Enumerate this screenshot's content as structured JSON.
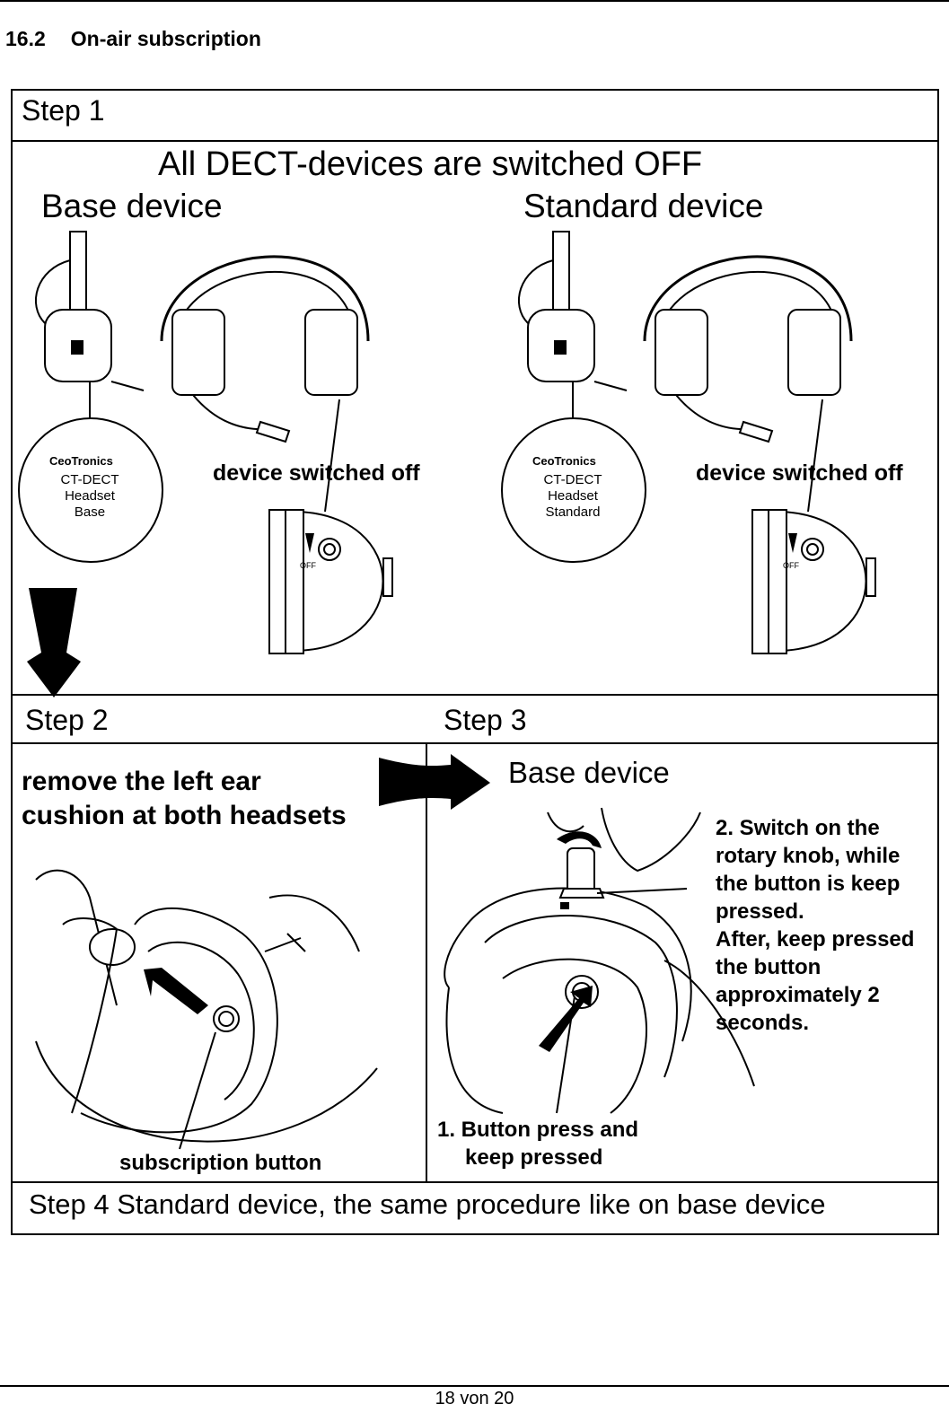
{
  "section": {
    "number": "16.2",
    "title": "On-air subscription"
  },
  "step1": {
    "label": "Step 1",
    "headline": "All DECT-devices are switched OFF",
    "base": {
      "title": "Base device",
      "brand": "CeoTronics",
      "model": "CT-DECT",
      "line2": "Headset",
      "line3": "Base",
      "off_caption": "device switched off",
      "switch_label": "OFF"
    },
    "standard": {
      "title": "Standard device",
      "brand": "CeoTronics",
      "model": "CT-DECT",
      "line2": "Headset",
      "line3": "Standard",
      "off_caption": "device switched off",
      "switch_label": "OFF"
    }
  },
  "step2": {
    "label": "Step 2",
    "instruction_line1": "remove the left ear",
    "instruction_line2": "cushion at both headsets",
    "button_caption": "subscription button"
  },
  "step3": {
    "label": "Step 3",
    "title": "Base device",
    "instruction2_lines": [
      "2. Switch on the",
      "rotary knob, while",
      "the button is keep",
      "pressed.",
      "After, keep pressed",
      "the button",
      "approximately 2",
      "seconds."
    ],
    "instruction1_line1": "1. Button press and",
    "instruction1_line2": "keep pressed"
  },
  "step4": {
    "text": "Step 4 Standard device, the same procedure like on base device"
  },
  "footer": {
    "page": "18 von 20"
  }
}
